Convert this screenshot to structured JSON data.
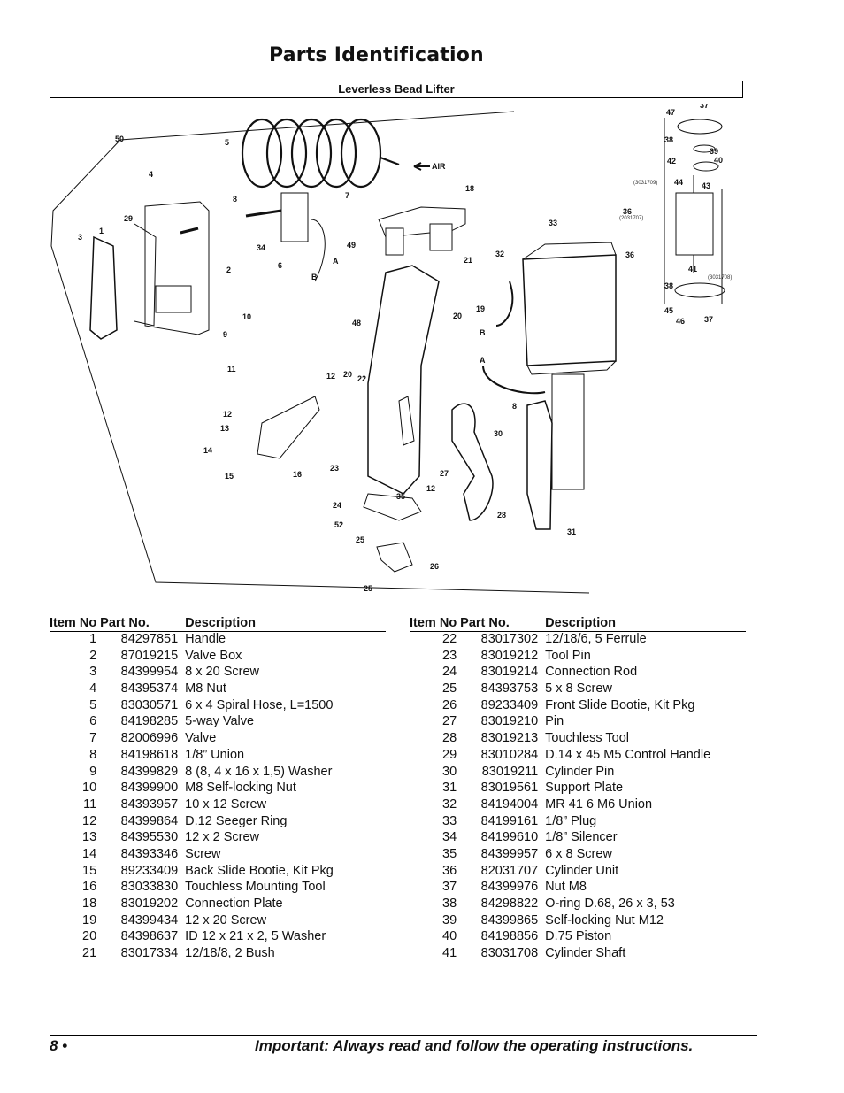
{
  "page": {
    "title": "Parts Identification",
    "subtitle": "Leverless Bead Lifter",
    "footer": {
      "page_number": "8 •",
      "note": "Important: Always read and follow the operating instructions."
    }
  },
  "diagram": {
    "callouts": [
      "50",
      "5",
      "4",
      "7",
      "8",
      "29",
      "1",
      "3",
      "2",
      "34",
      "6",
      "49",
      "A",
      "B",
      "10",
      "9",
      "AIR",
      "18",
      "33",
      "32",
      "21",
      "36",
      "47",
      "37",
      "38",
      "39",
      "40",
      "42",
      "44",
      "43",
      "41",
      "45",
      "46",
      "48",
      "20",
      "19",
      "11",
      "12",
      "22",
      "13",
      "14",
      "15",
      "16",
      "23",
      "24",
      "52",
      "25",
      "26",
      "27",
      "28",
      "30",
      "31",
      "35"
    ],
    "small_refs": [
      "(3031709)",
      "(2031707)",
      "(3031708)"
    ]
  },
  "table": {
    "headers": {
      "item": "Item No",
      "part": "Part No.",
      "desc": "Description"
    },
    "left": [
      {
        "item": "1",
        "part": "84297851",
        "desc": "Handle"
      },
      {
        "item": "2",
        "part": "87019215",
        "desc": "Valve Box"
      },
      {
        "item": "3",
        "part": "84399954",
        "desc": "8 x 20 Screw"
      },
      {
        "item": "4",
        "part": "84395374",
        "desc": "M8 Nut"
      },
      {
        "item": "5",
        "part": "83030571",
        "desc": "6 x 4 Spiral Hose, L=1500"
      },
      {
        "item": "6",
        "part": "84198285",
        "desc": "5-way Valve"
      },
      {
        "item": "7",
        "part": "82006996",
        "desc": "Valve"
      },
      {
        "item": "8",
        "part": "84198618",
        "desc": "1/8” Union"
      },
      {
        "item": "9",
        "part": "84399829",
        "desc": "8 (8, 4 x 16 x 1,5) Washer"
      },
      {
        "item": "10",
        "part": "84399900",
        "desc": "M8 Self-locking Nut"
      },
      {
        "item": "11",
        "part": "84393957",
        "desc": "10 x 12 Screw"
      },
      {
        "item": "12",
        "part": "84399864",
        "desc": "D.12 Seeger Ring"
      },
      {
        "item": "13",
        "part": "84395530",
        "desc": "12 x 2 Screw"
      },
      {
        "item": "14",
        "part": "84393346",
        "desc": "Screw"
      },
      {
        "item": "15",
        "part": "89233409",
        "desc": "Back Slide Bootie, Kit Pkg"
      },
      {
        "item": "16",
        "part": "83033830",
        "desc": "Touchless Mounting Tool"
      },
      {
        "item": "18",
        "part": "83019202",
        "desc": "Connection Plate"
      },
      {
        "item": "19",
        "part": "84399434",
        "desc": "12 x 20 Screw"
      },
      {
        "item": "20",
        "part": "84398637",
        "desc": "ID 12 x 21 x 2, 5 Washer"
      },
      {
        "item": "21",
        "part": "83017334",
        "desc": "12/18/8, 2 Bush"
      }
    ],
    "right": [
      {
        "item": "22",
        "part": "83017302",
        "desc": "12/18/6, 5 Ferrule"
      },
      {
        "item": "23",
        "part": "83019212",
        "desc": "Tool Pin"
      },
      {
        "item": "24",
        "part": "83019214",
        "desc": "Connection Rod"
      },
      {
        "item": "25",
        "part": "84393753",
        "desc": "5 x 8 Screw"
      },
      {
        "item": "26",
        "part": "89233409",
        "desc": "Front Slide Bootie, Kit Pkg"
      },
      {
        "item": "27",
        "part": "83019210",
        "desc": "Pin"
      },
      {
        "item": "28",
        "part": "83019213",
        "desc": "Touchless Tool"
      },
      {
        "item": "29",
        "part": "83010284",
        "desc": "D.14 x 45 M5 Control Handle"
      },
      {
        "item": "30",
        "part": "83019211",
        "desc": "Cylinder Pin"
      },
      {
        "item": "31",
        "part": "83019561",
        "desc": "Support Plate"
      },
      {
        "item": "32",
        "part": "84194004",
        "desc": "MR 41 6 M6 Union"
      },
      {
        "item": "33",
        "part": "84199161",
        "desc": "1/8” Plug"
      },
      {
        "item": "34",
        "part": "84199610",
        "desc": "1/8” Silencer"
      },
      {
        "item": "35",
        "part": "84399957",
        "desc": "6 x 8 Screw"
      },
      {
        "item": "36",
        "part": "82031707",
        "desc": "Cylinder Unit"
      },
      {
        "item": "37",
        "part": "84399976",
        "desc": "Nut M8"
      },
      {
        "item": "38",
        "part": "84298822",
        "desc": "O-ring D.68, 26 x 3, 53"
      },
      {
        "item": "39",
        "part": "84399865",
        "desc": "Self-locking Nut M12"
      },
      {
        "item": "40",
        "part": "84198856",
        "desc": "D.75 Piston"
      },
      {
        "item": "41",
        "part": "83031708",
        "desc": "Cylinder Shaft"
      }
    ]
  }
}
